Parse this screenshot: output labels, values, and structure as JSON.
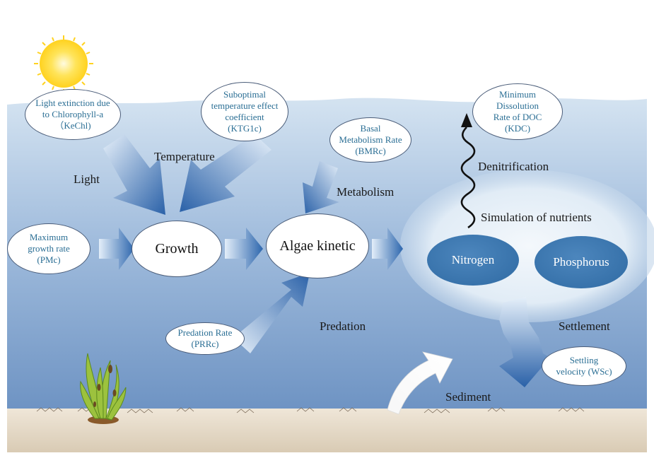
{
  "colors": {
    "sky": "#ffffff",
    "water_top": "#c9dcee",
    "water_bottom": "#6f95c4",
    "sediment": "#e3d7c4",
    "nutrient_fill": "#3e78b0",
    "arrow_dark": "#2f67ad",
    "arrow_light": "#dce9f6",
    "oval_text": "#2a6e94"
  },
  "icons": {
    "sun": "sun-icon",
    "plant": "seaweed-icon"
  },
  "ovals": {
    "kechl": "Light extinction due\nto Chlorophyll-a\n（KeChl)",
    "ktg1c": "Suboptimal\ntemperature effect\ncoefficient\n(KTG1c)",
    "bmrc": "Basal\nMetabolism Rate\n(BMRc)",
    "kdc": "Minimum\nDissolution\nRate of DOC\n(KDC)",
    "pmc": "Maximum\ngrowth rate\n(PMc)",
    "prrc": "Predation Rate\n(PRRc)",
    "wsc": "Settling\nvelocity (WSc)"
  },
  "nodes": {
    "growth": "Growth",
    "algae": "Algae kinetic",
    "nitrogen": "Nitrogen",
    "phosphorus": "Phosphorus"
  },
  "labels": {
    "light": "Light",
    "temperature": "Temperature",
    "metabolism": "Metabolism",
    "denitrification": "Denitrification",
    "simulation": "Simulation of nutrients",
    "predation": "Predation",
    "settlement": "Settlement",
    "sediment": "Sediment"
  }
}
